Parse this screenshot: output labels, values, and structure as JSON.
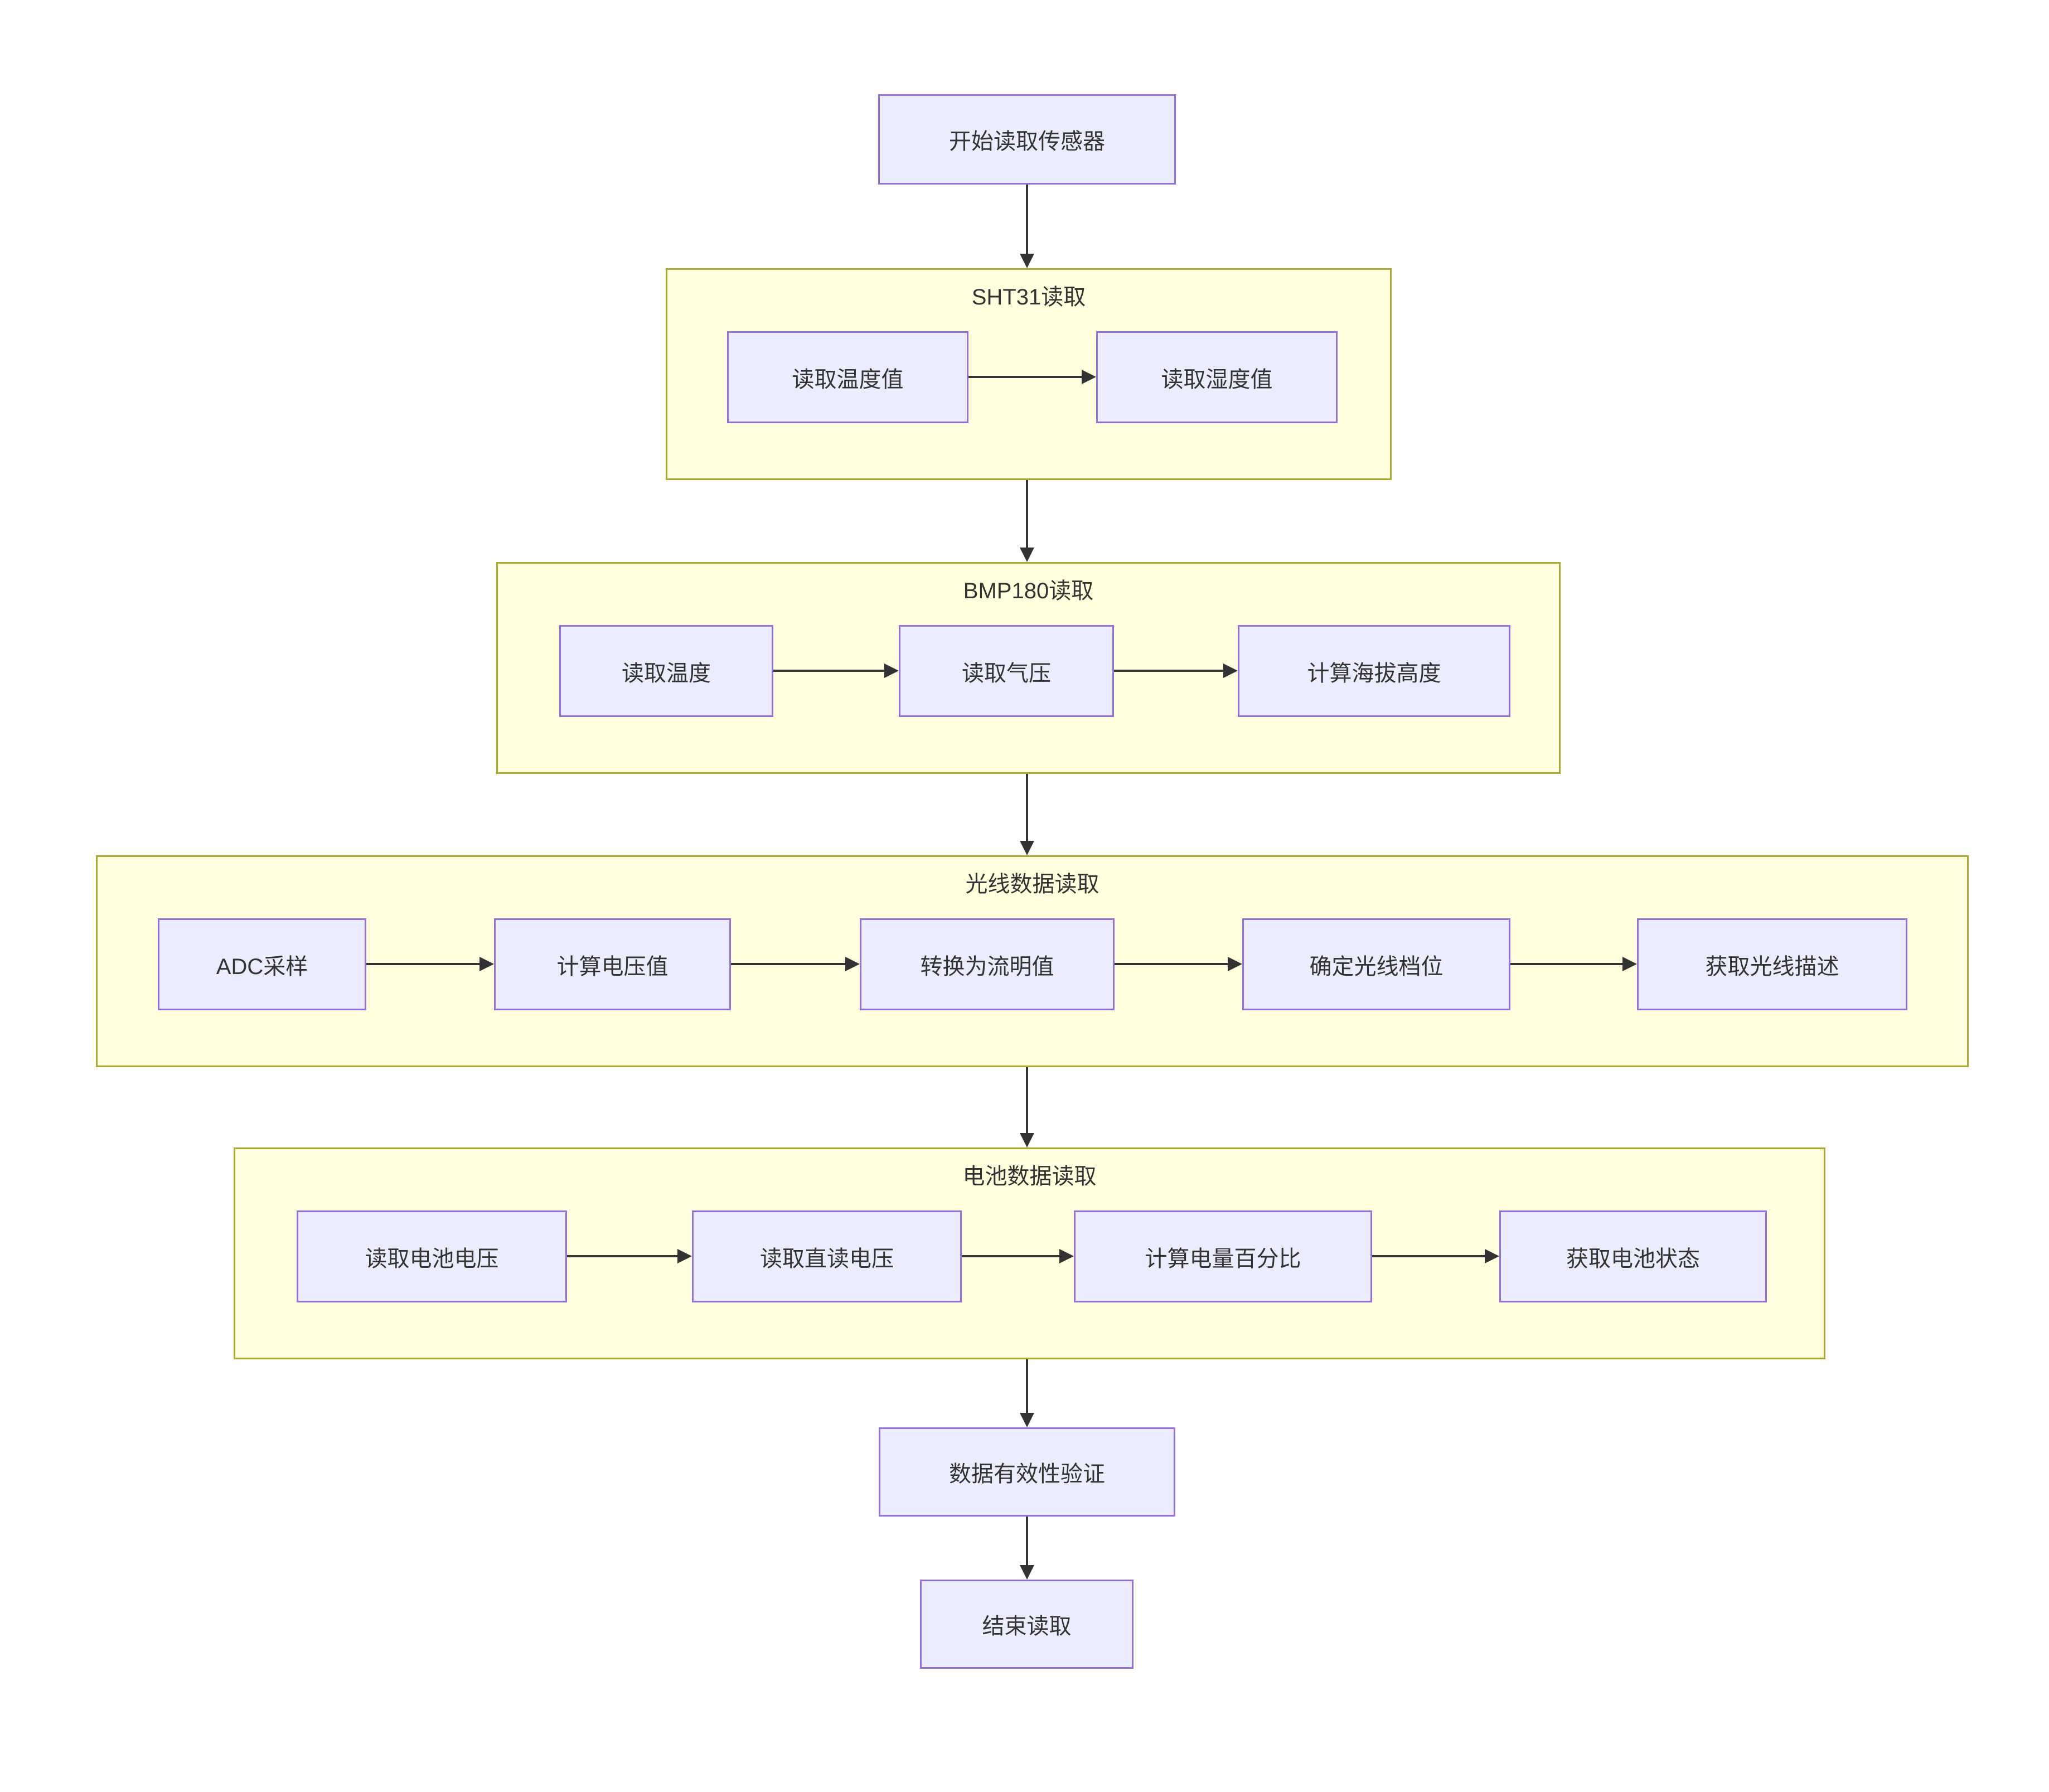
{
  "flow": {
    "start": "开始读取传感器",
    "validate": "数据有效性验证",
    "end": "结束读取",
    "groups": [
      {
        "title": "SHT31读取",
        "nodes": [
          "读取温度值",
          "读取湿度值"
        ]
      },
      {
        "title": "BMP180读取",
        "nodes": [
          "读取温度",
          "读取气压",
          "计算海拔高度"
        ]
      },
      {
        "title": "光线数据读取",
        "nodes": [
          "ADC采样",
          "计算电压值",
          "转换为流明值",
          "确定光线档位",
          "获取光线描述"
        ]
      },
      {
        "title": "电池数据读取",
        "nodes": [
          "读取电池电压",
          "读取直读电压",
          "计算电量百分比",
          "获取电池状态"
        ]
      }
    ],
    "colors": {
      "node_fill": "#ECECFF",
      "node_border": "#9370DB",
      "group_fill": "#FFFFDE",
      "group_border": "#AAAA33",
      "arrow": "#333333",
      "text": "#333333",
      "background": "#FFFFFF"
    }
  }
}
